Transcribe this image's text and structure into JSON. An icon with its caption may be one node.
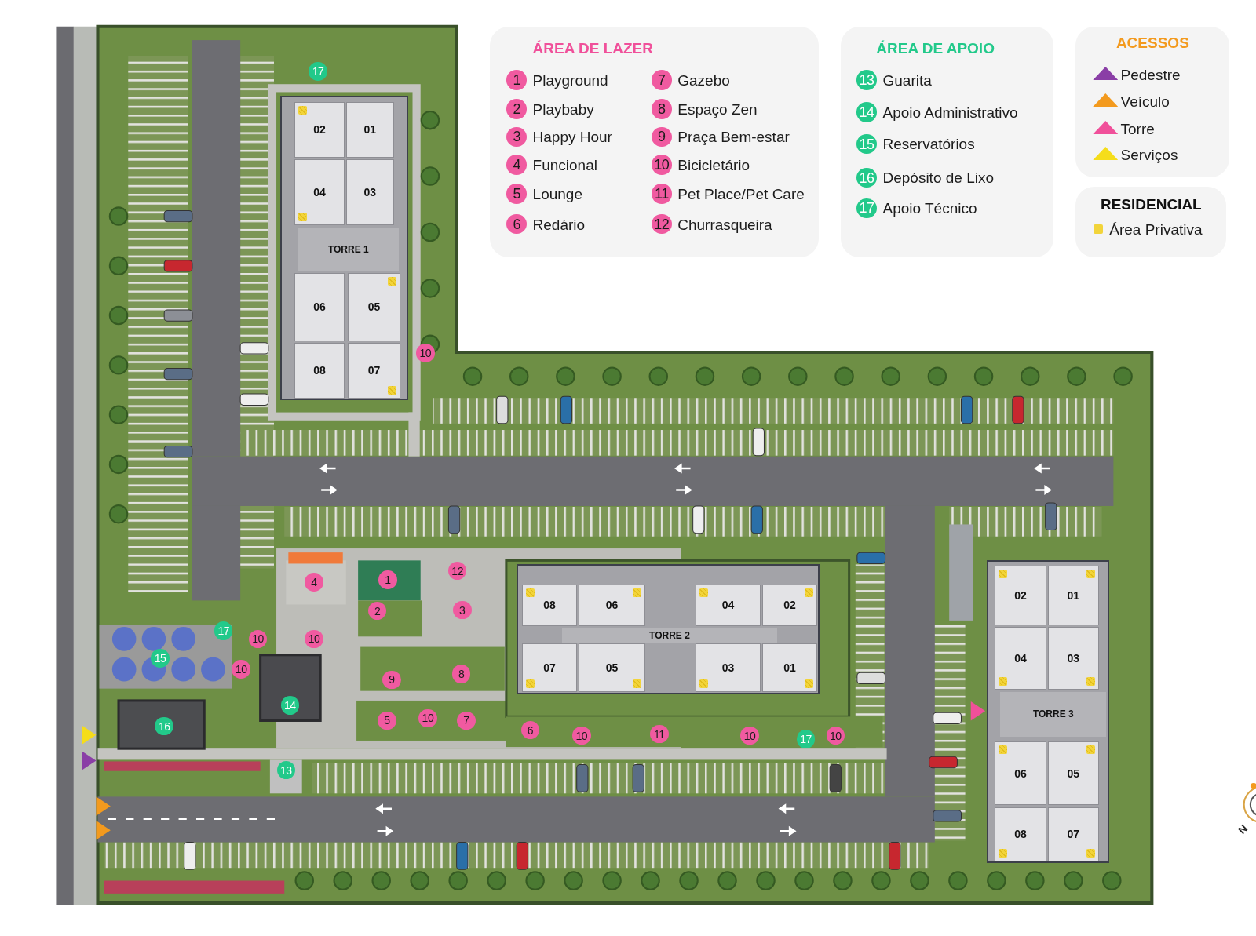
{
  "diagram": {
    "nodes": [
      {
        "text": [
          "TORRE 1"
        ]
      },
      {
        "text": [
          "02"
        ],
        "in": 0
      },
      {
        "text": [
          "01"
        ],
        "in": 0
      },
      {
        "text": [
          "04"
        ],
        "in": 0
      },
      {
        "text": [
          "03"
        ],
        "in": 0
      },
      {
        "text": [
          "06"
        ],
        "in": 0
      },
      {
        "text": [
          "05"
        ],
        "in": 0
      },
      {
        "text": [
          "08"
        ],
        "in": 0
      },
      {
        "text": [
          "07"
        ],
        "in": 0
      },
      {
        "text": [
          "TORRE 2"
        ]
      },
      {
        "text": [
          "08"
        ],
        "in": 9
      },
      {
        "text": [
          "06"
        ],
        "in": 9
      },
      {
        "text": [
          "04"
        ],
        "in": 9
      },
      {
        "text": [
          "02"
        ],
        "in": 9
      },
      {
        "text": [
          "07"
        ],
        "in": 9
      },
      {
        "text": [
          "05"
        ],
        "in": 9
      },
      {
        "text": [
          "03"
        ],
        "in": 9
      },
      {
        "text": [
          "01"
        ],
        "in": 9
      },
      {
        "text": [
          "TORRE 3"
        ]
      },
      {
        "text": [
          "02"
        ],
        "in": 18
      },
      {
        "text": [
          "01"
        ],
        "in": 18
      },
      {
        "text": [
          "04"
        ],
        "in": 18
      },
      {
        "text": [
          "03"
        ],
        "in": 18
      },
      {
        "text": [
          "06"
        ],
        "in": 18
      },
      {
        "text": [
          "05"
        ],
        "in": 18
      },
      {
        "text": [
          "08"
        ],
        "in": 18
      },
      {
        "text": [
          "07"
        ],
        "in": 18
      },
      {
        "text": [
          "17"
        ]
      },
      {
        "text": [
          "10"
        ]
      },
      {
        "text": [
          "12"
        ]
      },
      {
        "text": [
          "1"
        ]
      },
      {
        "text": [
          "4"
        ]
      },
      {
        "text": [
          "2"
        ]
      },
      {
        "text": [
          "3"
        ]
      },
      {
        "text": [
          "17"
        ]
      },
      {
        "text": [
          "10"
        ]
      },
      {
        "text": [
          "10"
        ]
      },
      {
        "text": [
          "15"
        ]
      },
      {
        "text": [
          "10"
        ]
      },
      {
        "text": [
          "8"
        ]
      },
      {
        "text": [
          "9"
        ]
      },
      {
        "text": [
          "14"
        ]
      },
      {
        "text": [
          "5"
        ]
      },
      {
        "text": [
          "10"
        ]
      },
      {
        "text": [
          "7"
        ]
      },
      {
        "text": [
          "16"
        ]
      },
      {
        "text": [
          "6"
        ]
      },
      {
        "text": [
          "10"
        ]
      },
      {
        "text": [
          "11"
        ]
      },
      {
        "text": [
          "10"
        ]
      },
      {
        "text": [
          "17"
        ]
      },
      {
        "text": [
          "10"
        ]
      },
      {
        "text": [
          "13"
        ]
      },
      {
        "text": [
          "ÁREA DE LAZER"
        ]
      },
      {
        "text": [
          "1"
        ],
        "in": 53,
        "beside": [
          "Playground"
        ]
      },
      {
        "text": [
          "2"
        ],
        "in": 53,
        "beside": [
          "Playbaby"
        ]
      },
      {
        "text": [
          "3"
        ],
        "in": 53,
        "beside": [
          "Happy Hour"
        ]
      },
      {
        "text": [
          "4"
        ],
        "in": 53,
        "beside": [
          "Funcional"
        ]
      },
      {
        "text": [
          "5"
        ],
        "in": 53,
        "beside": [
          "Lounge"
        ]
      },
      {
        "text": [
          "6"
        ],
        "in": 53,
        "beside": [
          "Redário"
        ]
      },
      {
        "text": [
          "7"
        ],
        "in": 53,
        "beside": [
          "Gazebo"
        ]
      },
      {
        "text": [
          "8"
        ],
        "in": 53,
        "beside": [
          "Espaço Zen"
        ]
      },
      {
        "text": [
          "9"
        ],
        "in": 53,
        "beside": [
          "Praça Bem-estar"
        ]
      },
      {
        "text": [
          "10"
        ],
        "in": 53,
        "beside": [
          "Bicicletário"
        ]
      },
      {
        "text": [
          "11"
        ],
        "in": 53,
        "beside": [
          "Pet Place/Pet Care"
        ]
      },
      {
        "text": [
          "12"
        ],
        "in": 53,
        "beside": [
          "Churrasqueira"
        ]
      },
      {
        "text": [
          "ÁREA DE APOIO"
        ]
      },
      {
        "text": [
          "13"
        ],
        "in": 66,
        "beside": [
          "Guarita"
        ]
      },
      {
        "text": [
          "14"
        ],
        "in": 66,
        "beside": [
          "Apoio Administrativo"
        ]
      },
      {
        "text": [
          "15"
        ],
        "in": 66,
        "beside": [
          "Reservatórios"
        ]
      },
      {
        "text": [
          "16"
        ],
        "in": 66,
        "beside": [
          "Depósito de Lixo"
        ]
      },
      {
        "text": [
          "17"
        ],
        "in": 66,
        "beside": [
          "Apoio Técnico"
        ]
      },
      {
        "text": [
          "ACESSOS"
        ]
      },
      {
        "text": [
          "RESIDENCIAL"
        ]
      }
    ],
    "labels": [
      "N"
    ],
    "legend": [
      {
        "text": "Pedestre"
      },
      {
        "text": "Veículo"
      },
      {
        "text": "Torre"
      },
      {
        "text": "Serviços"
      },
      {
        "text": "Área Privativa",
        "color": "#f2d43a"
      }
    ]
  }
}
